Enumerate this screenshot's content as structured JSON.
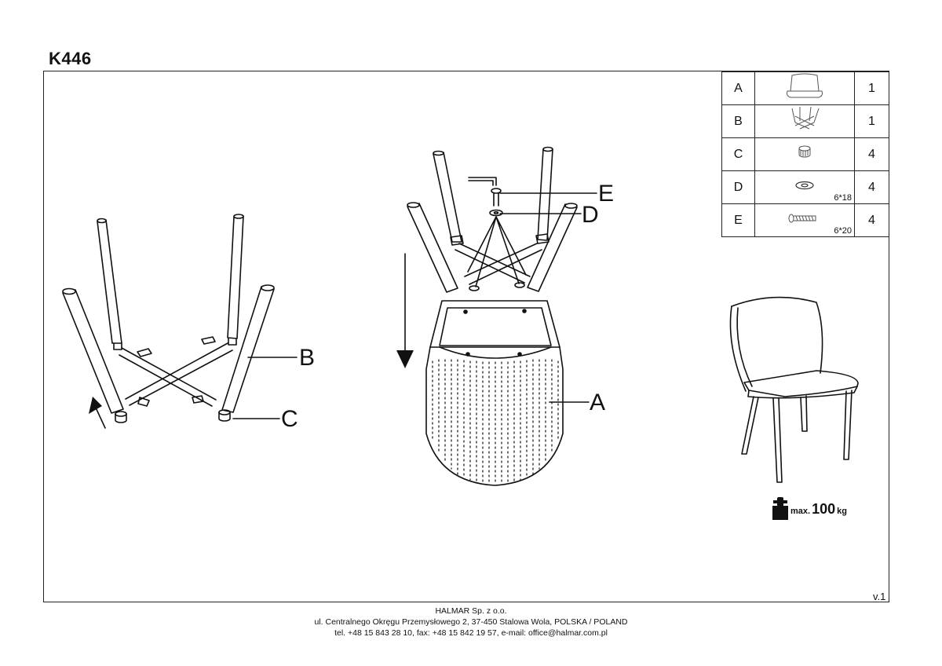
{
  "header": {
    "model": "K446"
  },
  "labels": {
    "a": "A",
    "b": "B",
    "c": "C",
    "d": "D",
    "e": "E"
  },
  "parts": [
    {
      "letter": "A",
      "icon": "chair-seat-icon",
      "dim": "",
      "qty": "1"
    },
    {
      "letter": "B",
      "icon": "leg-frame-icon",
      "dim": "",
      "qty": "1"
    },
    {
      "letter": "C",
      "icon": "foot-cap-icon",
      "dim": "",
      "qty": "4"
    },
    {
      "letter": "D",
      "icon": "washer-icon",
      "dim": "6*18",
      "qty": "4"
    },
    {
      "letter": "E",
      "icon": "bolt-icon",
      "dim": "6*20",
      "qty": "4"
    }
  ],
  "max_load": {
    "prefix": "max.",
    "value": "100",
    "unit": "kg"
  },
  "version": "v.1",
  "footer": {
    "company": "HALMAR Sp. z o.o.",
    "address": "ul. Centralnego Okręgu Przemysłowego 2, 37-450 Stalowa Wola, POLSKA / POLAND",
    "contact": "tel. +48 15 843 28 10, fax: +48 15 842 19 57, e-mail: office@halmar.com.pl"
  }
}
